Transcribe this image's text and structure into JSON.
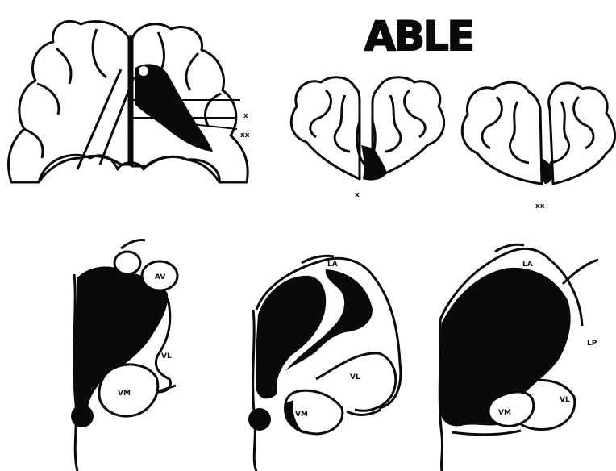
{
  "title": "ABLE",
  "top_panel": {
    "marker_upper": "x",
    "marker_lower": "xx"
  },
  "sections": [
    {
      "label": "x"
    },
    {
      "label": "xx"
    }
  ],
  "thalamus_panels": [
    {
      "labels": {
        "av": "AV",
        "vl": "VL",
        "vm": "VM"
      }
    },
    {
      "labels": {
        "la": "LA",
        "vl": "VL",
        "vm": "VM"
      }
    },
    {
      "labels": {
        "la": "LA",
        "lp": "LP",
        "vl": "VL",
        "vm": "VM"
      }
    }
  ],
  "colors": {
    "ink": "#0a0a0a",
    "paper": "#ffffff",
    "lesion": "#0a0a0a"
  }
}
